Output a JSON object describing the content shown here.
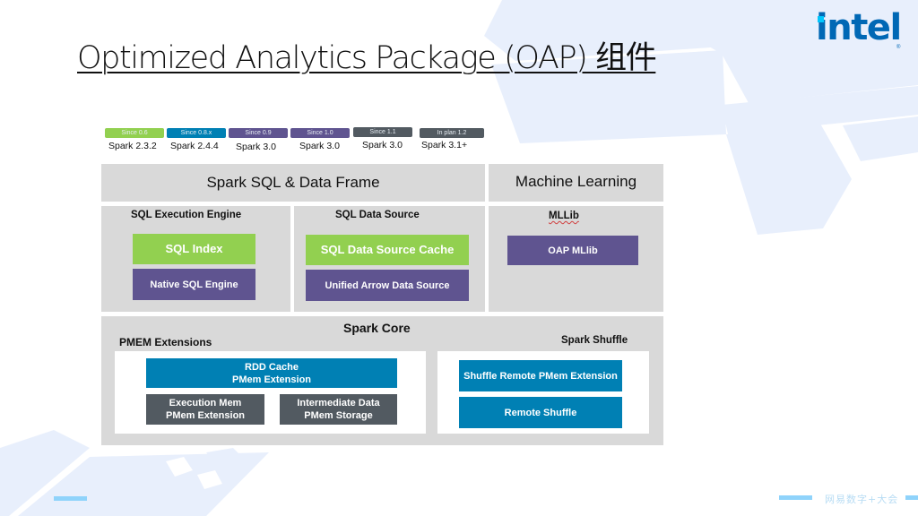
{
  "slide": {
    "title": "Optimized Analytics Package (OAP) 组件",
    "logo": {
      "text": "intel",
      "registered": "®",
      "color": "#0068b5",
      "dot_color": "#00c7fd"
    }
  },
  "versions": [
    {
      "badge": "Since 0.6",
      "spark": "Spark 2.3.2",
      "color": "#92d050"
    },
    {
      "badge": "Since 0.8.x",
      "spark": "Spark 2.4.4",
      "color": "#0080b4"
    },
    {
      "badge": "Since 0.9",
      "spark": "Spark 3.0",
      "color": "#5f5490"
    },
    {
      "badge": "Since 1.0",
      "spark": "Spark 3.0",
      "color": "#5f5490"
    },
    {
      "badge": "Since 1.1",
      "spark": "Spark 3.0",
      "color": "#525a61"
    },
    {
      "badge": "In plan 1.2",
      "spark": "Spark 3.1+",
      "color": "#525a61"
    }
  ],
  "diagram": {
    "spark_sql": {
      "header": "Spark SQL & Data Frame",
      "sql_execution_engine": {
        "title": "SQL Execution Engine",
        "items": [
          "SQL Index",
          "Native SQL Engine"
        ]
      },
      "sql_data_source": {
        "title": "SQL Data Source",
        "items": [
          "SQL Data Source Cache",
          "Unified Arrow Data Source"
        ]
      }
    },
    "machine_learning": {
      "header": "Machine Learning",
      "mllib": {
        "title": "MLLib",
        "items": [
          "OAP MLlib"
        ]
      }
    },
    "spark_core": {
      "header": "Spark Core",
      "pmem_extensions": {
        "title": "PMEM Extensions",
        "items": [
          {
            "line1": "RDD Cache",
            "line2": "PMem Extension"
          },
          {
            "line1": "Execution Mem",
            "line2": "PMem Extension"
          },
          {
            "line1": "Intermediate Data",
            "line2": "PMem Storage"
          }
        ]
      },
      "spark_shuffle": {
        "title": "Spark Shuffle",
        "items": [
          "Shuffle Remote PMem Extension",
          "Remote Shuffle"
        ]
      }
    }
  },
  "colors": {
    "green": "#92d050",
    "purple": "#5f5490",
    "blue": "#0080b4",
    "gray": "#525a61",
    "panel": "#d9d9d9"
  },
  "footer": {
    "text": "网易数字+大会"
  }
}
